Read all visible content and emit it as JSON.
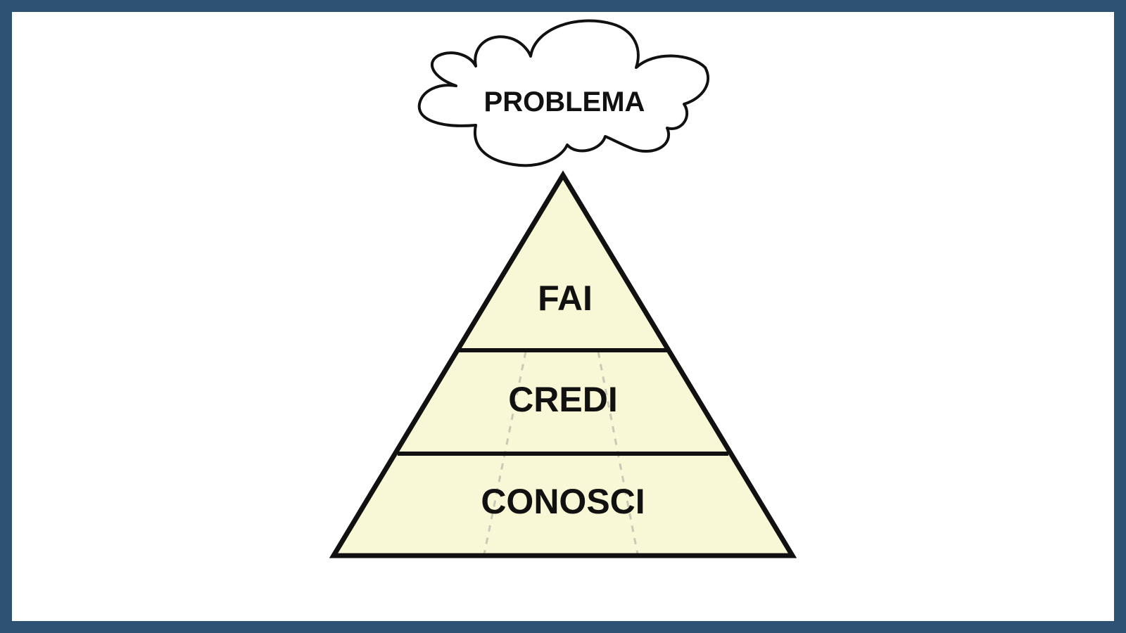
{
  "cloud": {
    "label": "PROBLEMA"
  },
  "pyramid": {
    "levels": [
      {
        "label": "FAI"
      },
      {
        "label": "CREDI"
      },
      {
        "label": "CONOSCI"
      }
    ]
  },
  "colors": {
    "frame_border": "#2e5273",
    "background": "#ffffff",
    "pyramid_fill": "#f8f8d6",
    "outline": "#111111",
    "guide_dashes": "#c9c9b8"
  }
}
